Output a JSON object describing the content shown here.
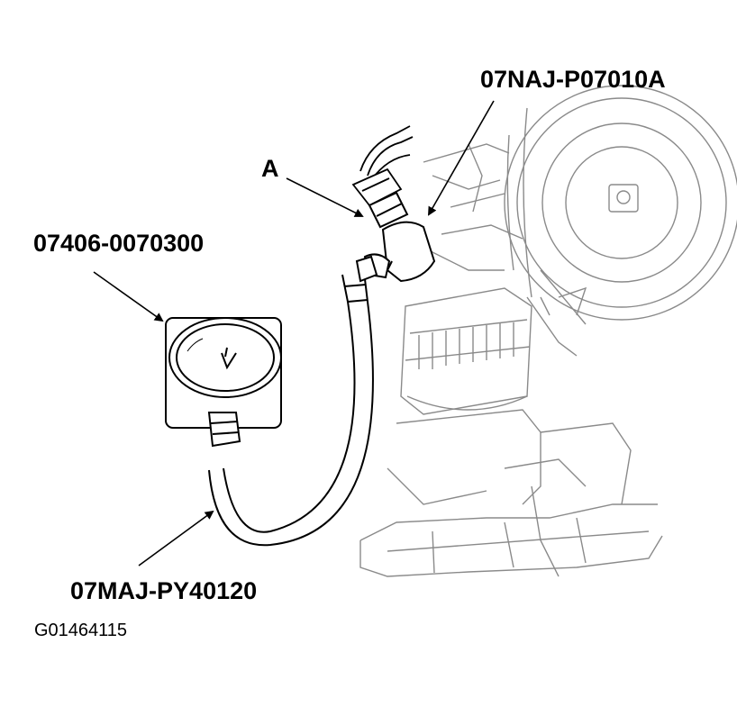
{
  "labels": {
    "adapter_tool": "07NAJ-P07010A",
    "sender_point": "A",
    "gauge_tool": "07406-0070300",
    "hose_tool": "07MAJ-PY40120"
  },
  "figure_id": "G01464115",
  "colors": {
    "ink": "#000000",
    "engine_line": "#8a8a8a",
    "background": "#ffffff"
  }
}
